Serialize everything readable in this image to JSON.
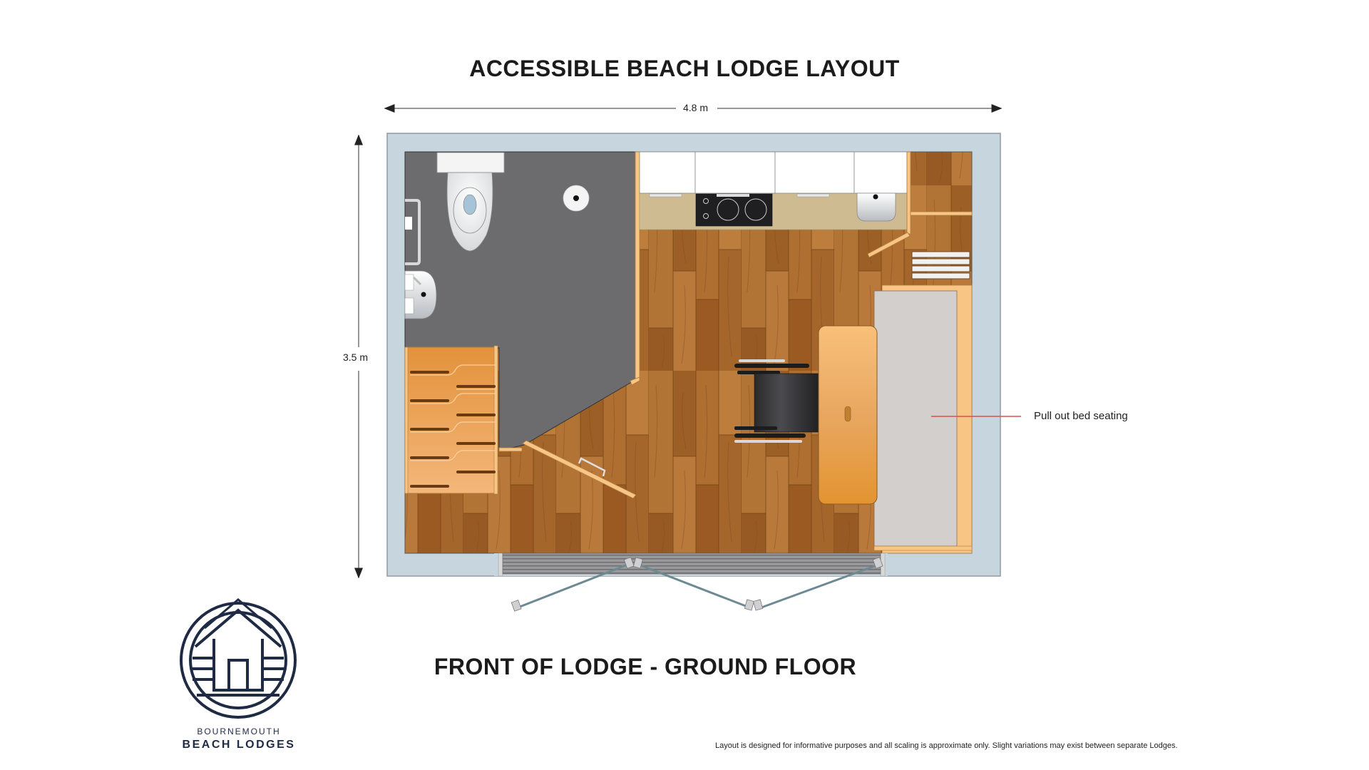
{
  "header": {
    "title": "ACCESSIBLE BEACH LODGE LAYOUT"
  },
  "dimensions": {
    "width_label": "4.8 m",
    "height_label": "3.5 m"
  },
  "callouts": [
    {
      "label": "Pull out bed seating",
      "line_color": "#d9534f"
    }
  ],
  "footer": {
    "subtitle": "FRONT OF LODGE - GROUND FLOOR",
    "disclaimer": "Layout is designed for informative purposes and all scaling is approximate only. Slight variations may exist between separate Lodges."
  },
  "brand": {
    "line1": "BOURNEMOUTH",
    "line2": "BEACH LODGES",
    "logo_icon": "beach-hut-circle-logo",
    "color": "#1f2a44"
  },
  "floorplan": {
    "rooms": [
      "bathroom",
      "kitchen",
      "living area",
      "storage cupboard",
      "staircase"
    ],
    "fixtures": [
      "toilet",
      "wash basin",
      "grab rail",
      "floor drain",
      "hob",
      "kitchen sink",
      "dining table",
      "wheelchair",
      "pull out bed",
      "bi-fold doors",
      "shelving"
    ],
    "colors": {
      "wall": "#c7d6de",
      "wall_edge": "#8e9aa1",
      "bathroom_floor": "#6c6c6e",
      "wood": "#a5662a",
      "partition": "#f7c585",
      "countertop": "#cfbb92",
      "cabinet": "#ffffff",
      "bed": "#d3cfcc",
      "table": "#eda24a",
      "door_track": "#8f8f92"
    }
  }
}
